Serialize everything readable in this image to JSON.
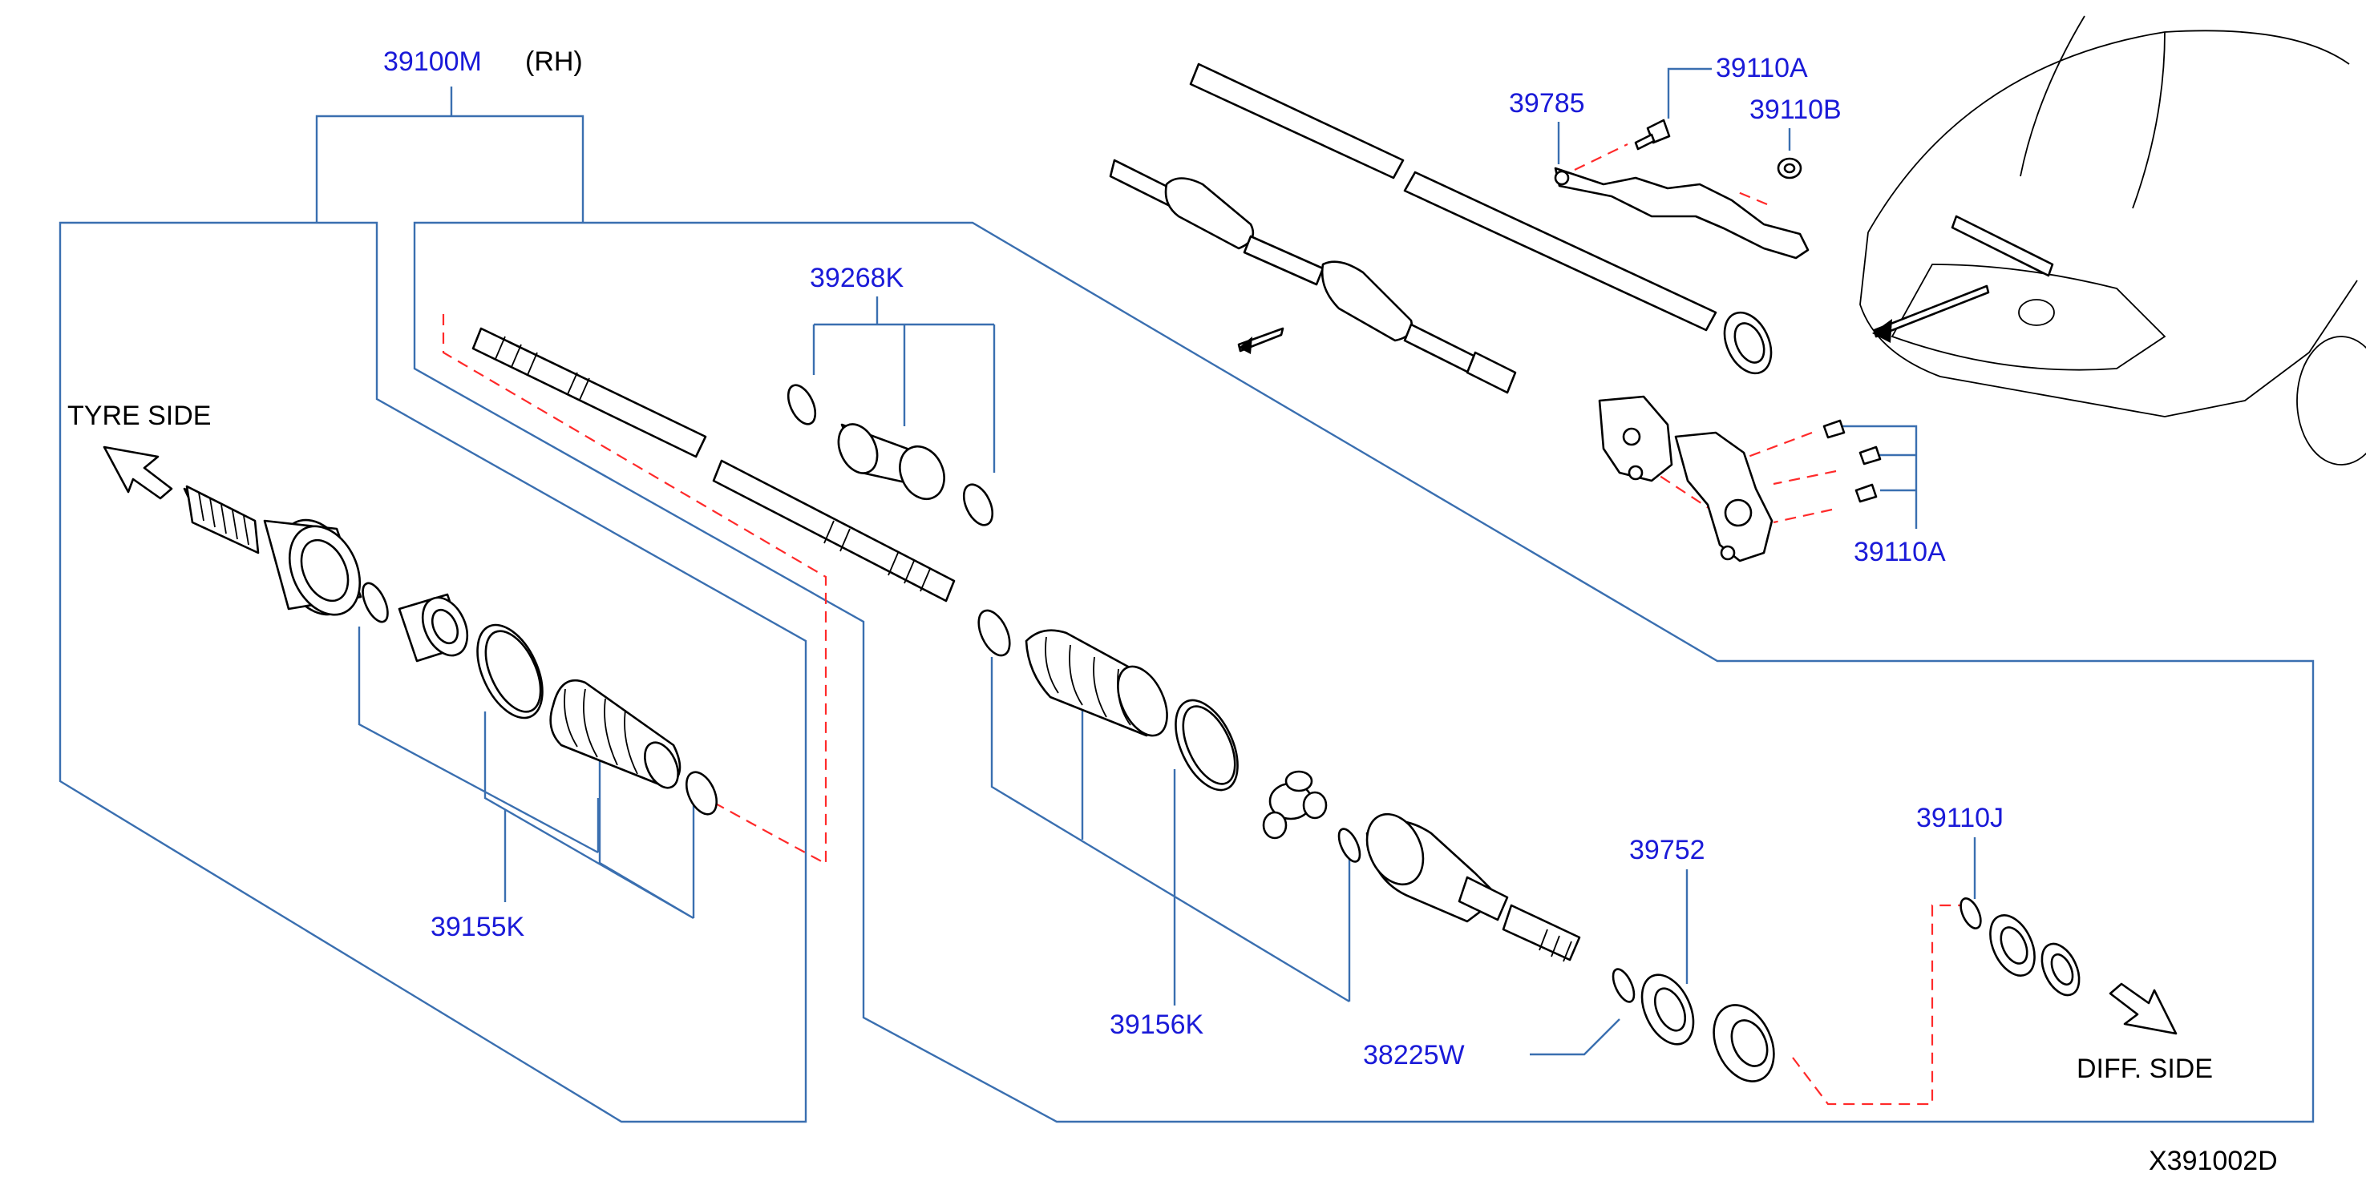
{
  "colors": {
    "part_number": "#1a1ad8",
    "leader": "#3a6fb0",
    "dashed_guide": "#ff2a2a",
    "outline": "#000000"
  },
  "assembly": {
    "part_no": "39100M",
    "side": "(RH)"
  },
  "directions": {
    "tyre_side": "TYRE  SIDE",
    "diff_side": "DIFF.  SIDE"
  },
  "parts": {
    "p39268K": "39268K",
    "p39155K": "39155K",
    "p39156K": "39156K",
    "p39752": "39752",
    "p39110J": "39110J",
    "p38225W": "38225W",
    "p39785": "39785",
    "p39110A_top": "39110A",
    "p39110B": "39110B",
    "p39110A_right": "39110A"
  },
  "diagram_code": "X391002D",
  "icons": [
    "tyre-side-arrow-icon",
    "diff-side-arrow-icon",
    "vehicle-front-icon"
  ]
}
